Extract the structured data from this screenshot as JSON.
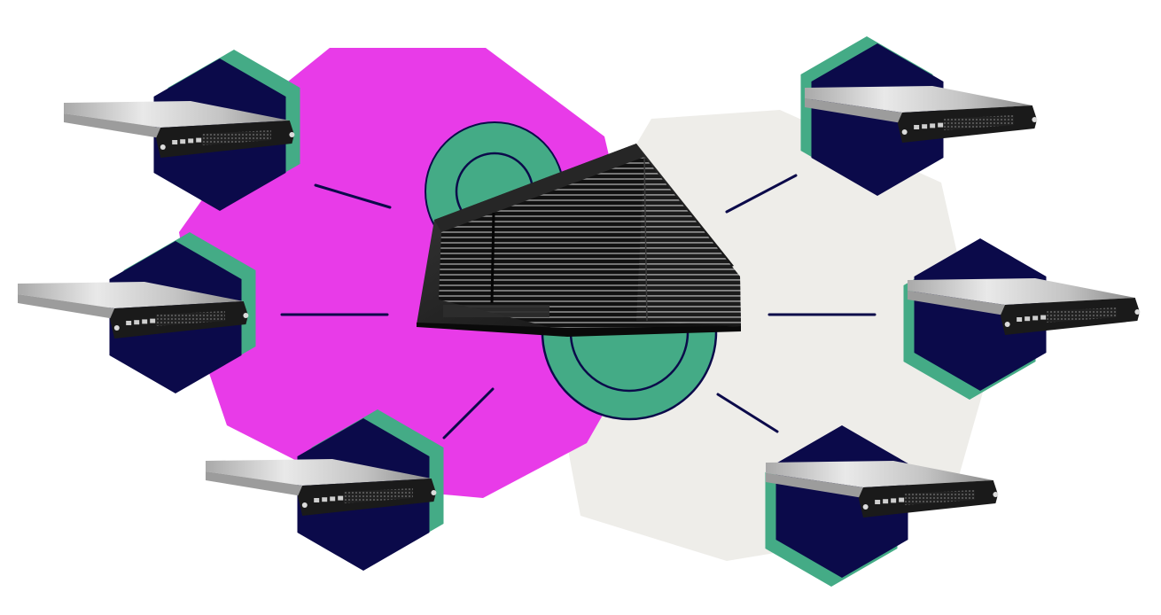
{
  "colors": {
    "background": "#ffffff",
    "magenta_blob": "#e83be8",
    "grey_blob": "#eeede9",
    "green": "#44ab86",
    "navy": "#0b0a4a",
    "server_face": "#1a1a1a",
    "server_top_light": "#e6e6e6",
    "server_top_dark": "#7d7d7d",
    "building_dark": "#141414",
    "building_light": "#6e6e6e"
  },
  "scene": {
    "central": {
      "icon": "data-center-building-icon"
    },
    "servers": [
      {
        "id": "top-left",
        "icon": "rack-server-icon"
      },
      {
        "id": "middle-left",
        "icon": "rack-server-icon"
      },
      {
        "id": "bottom-left",
        "icon": "rack-server-icon"
      },
      {
        "id": "top-right",
        "icon": "rack-server-icon"
      },
      {
        "id": "middle-right",
        "icon": "rack-server-icon"
      },
      {
        "id": "bottom-right",
        "icon": "rack-server-icon"
      }
    ]
  }
}
